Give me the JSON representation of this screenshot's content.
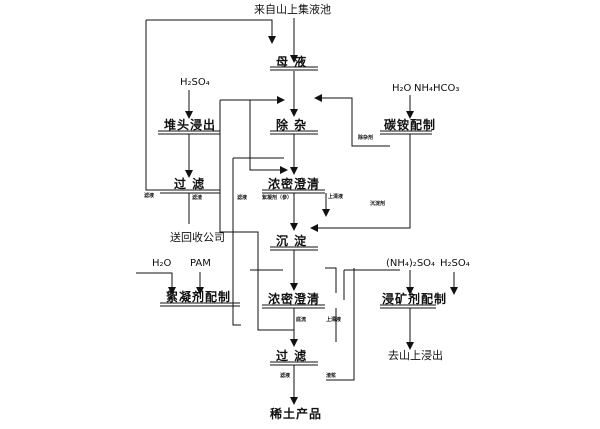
{
  "source": "来自山上集液池",
  "processes": {
    "mother_liquor": "母 液",
    "heap_leach": "堆头浸出",
    "impurity_removal": "除 杂",
    "ammonium_prep": "碳铵配制",
    "filter_upper": "过 滤",
    "settle_clarify_1": "浓密澄清",
    "precipitation": "沉 淀",
    "flocculant_prep": "絮凝剂配制",
    "settle_clarify_2": "浓密澄清",
    "leachant_prep": "浸矿剂配制",
    "filter_lower": "过 滤",
    "product": "稀土产品"
  },
  "outputs": {
    "recycle_company": "送回收公司",
    "to_mountain_leach": "去山上浸出"
  },
  "reagents": {
    "h2so4_top": "H₂SO₄",
    "h2o_ammonium": "H₂O",
    "nh4hco3": "NH₄HCO₃",
    "h2o_flocculant": "H₂O",
    "pam": "PAM",
    "nh4_2so4": "(NH₄)₂SO₄",
    "h2so4_right": "H₂SO₄"
  },
  "flow_labels": {
    "impurity_agent": "除杂剂",
    "filtrate_upper": "滤液",
    "filter_residue": "滤渣",
    "precipitant": "沉淀剂",
    "flocculant_param": "絮凝剂（参）",
    "filtrate_mid": "滤液",
    "supernatant_1": "上清液",
    "supernatant_2": "上清液",
    "underflow": "底流",
    "slurry": "渣浆",
    "filtrate_lower": "滤液"
  },
  "colors": {
    "line": "#111111",
    "background": "#ffffff"
  }
}
